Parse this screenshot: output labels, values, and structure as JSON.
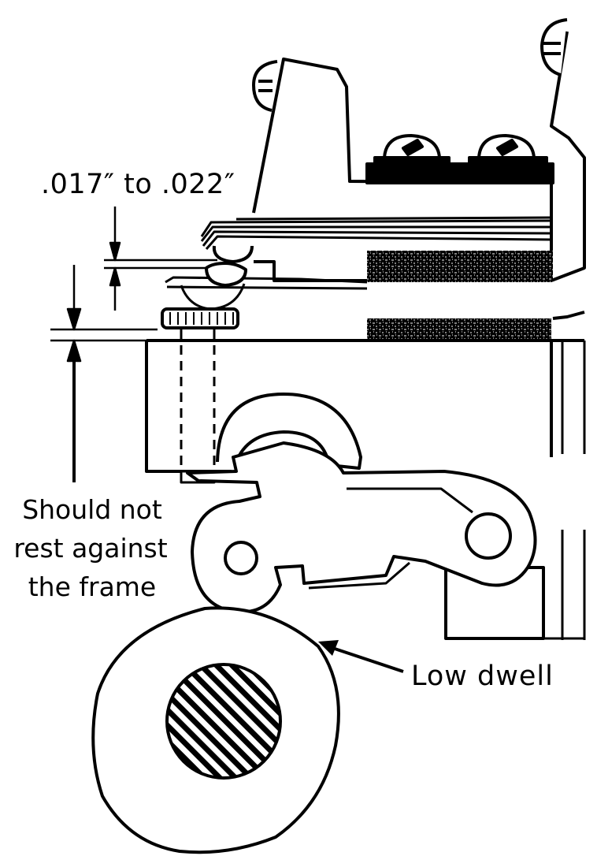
{
  "labels": {
    "gap": ".017″ to .022″",
    "should_not_rest": [
      "Should not",
      "rest against",
      "the frame"
    ],
    "low_dwell": "Low dwell"
  },
  "colors": {
    "ink": "#000000",
    "paper": "#ffffff"
  }
}
